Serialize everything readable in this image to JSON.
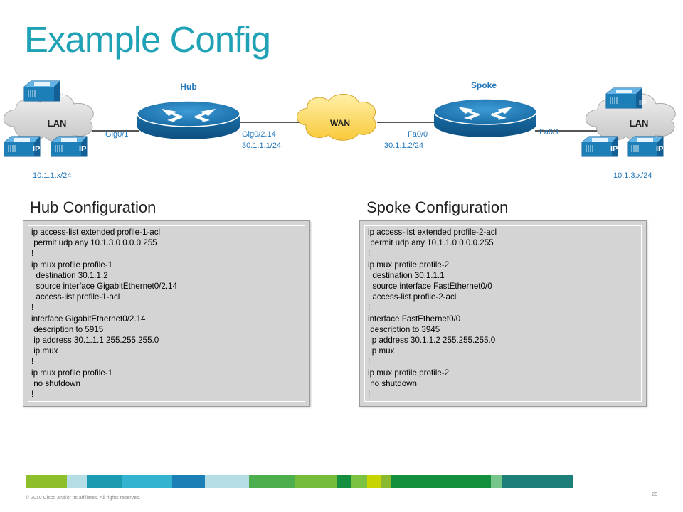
{
  "title": "Example Config",
  "diagram": {
    "hub_label": "Hub",
    "spoke_label": "Spoke",
    "hub_router_model": "3945",
    "spoke_router_model": "5915",
    "wan_label": "WAN",
    "left_lan_label": "LAN",
    "right_lan_label": "LAN",
    "phone_label": "IP",
    "hub_left_interface": "Gig0/1",
    "hub_right_interface": "Gig0/2.14",
    "hub_wan_ip": "30.1.1.1/24",
    "spoke_left_interface": "Fa0/0",
    "spoke_wan_ip": "30.1.1.2/24",
    "spoke_right_interface": "Fa0/1",
    "left_subnet": "10.1.1.x/24",
    "right_subnet": "10.1.3.x/24",
    "colors": {
      "title": "#1fa2b6",
      "router": "#1e7fb8",
      "phone": "#1e7fb8",
      "label_blue": "#2277bb",
      "cloud": "#d8d8d8",
      "wan_cloud": "#fde07c"
    }
  },
  "hub_config": {
    "title": "Hub Configuration",
    "lines": [
      "ip access-list extended profile-1-acl",
      " permit udp any 10.1.3.0 0.0.0.255",
      "!",
      "ip mux profile profile-1",
      "  destination 30.1.1.2",
      "  source interface GigabitEthernet0/2.14",
      "  access-list profile-1-acl",
      "!",
      "interface GigabitEthernet0/2.14",
      " description to 5915",
      " ip address 30.1.1.1 255.255.255.0",
      " ip mux",
      "!",
      "ip mux profile profile-1",
      " no shutdown",
      "!"
    ]
  },
  "spoke_config": {
    "title": "Spoke Configuration",
    "lines": [
      "ip access-list extended profile-2-acl",
      " permit udp any 10.1.1.0 0.0.0.255",
      "!",
      "ip mux profile profile-2",
      "  destination 30.1.1.1",
      "  source interface FastEthernet0/0",
      "  access-list profile-2-acl",
      "!",
      "interface FastEthernet0/0",
      " description to 3945",
      " ip address 30.1.1.2 255.255.255.0",
      " ip mux",
      "!",
      "ip mux profile profile-2",
      " no shutdown",
      "!"
    ]
  },
  "footer": {
    "copyright": "© 2010 Cisco and/or its affiliates. All rights reserved.",
    "page": "20"
  },
  "stripe_colors": [
    "#8cbf2a",
    "#b4dde5",
    "#1c9bb0",
    "#33b3d0",
    "#1c7fb6",
    "#b4dde5",
    "#4cae4c",
    "#76bc3c",
    "#138f3e",
    "#7cc242",
    "#c8d400",
    "#8ab92d",
    "#138f3e",
    "#76c68c",
    "#1e7f7a"
  ]
}
